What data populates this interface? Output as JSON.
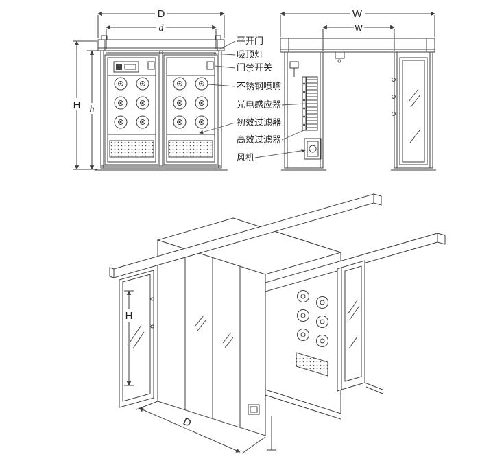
{
  "colors": {
    "line": "#3f3f3f",
    "background": "#ffffff"
  },
  "front_view": {
    "dims": {
      "outer_width": "D",
      "inner_width": "d",
      "outer_height": "H",
      "inner_height": "h"
    }
  },
  "side_view": {
    "dims": {
      "outer_width": "W",
      "inner_width": "w"
    }
  },
  "iso_view": {
    "dims": {
      "height": "H",
      "depth": "D"
    }
  },
  "callouts": [
    {
      "id": "swing-door",
      "text": "平开门"
    },
    {
      "id": "ceiling-lamp",
      "text": "吸顶灯"
    },
    {
      "id": "door-interlock-switch",
      "text": "门禁开关"
    },
    {
      "id": "stainless-steel-nozzle",
      "text": "不锈钢喷嘴"
    },
    {
      "id": "photoelectric-sensor",
      "text": "光电感应器"
    },
    {
      "id": "primary-filter",
      "text": "初效过滤器"
    },
    {
      "id": "hepa-filter",
      "text": "高效过滤器"
    },
    {
      "id": "fan",
      "text": "风机"
    }
  ]
}
